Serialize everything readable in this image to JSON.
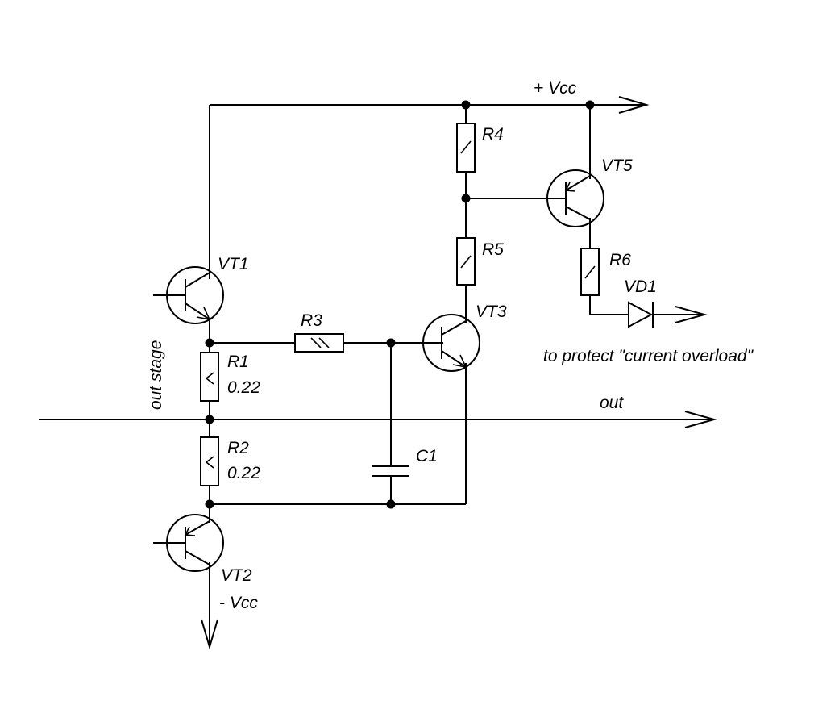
{
  "labels": {
    "vcc_pos": "+ Vcc",
    "vcc_neg": "- Vcc",
    "out": "out",
    "out_stage": "out stage",
    "protect_note": "to protect \"current overload\""
  },
  "components": {
    "vt1": "VT1",
    "vt2": "VT2",
    "vt3": "VT3",
    "vt5": "VT5",
    "r1": {
      "name": "R1",
      "value": "0.22"
    },
    "r2": {
      "name": "R2",
      "value": "0.22"
    },
    "r3": "R3",
    "r4": "R4",
    "r5": "R5",
    "r6": "R6",
    "c1": "C1",
    "vd1": "VD1"
  }
}
